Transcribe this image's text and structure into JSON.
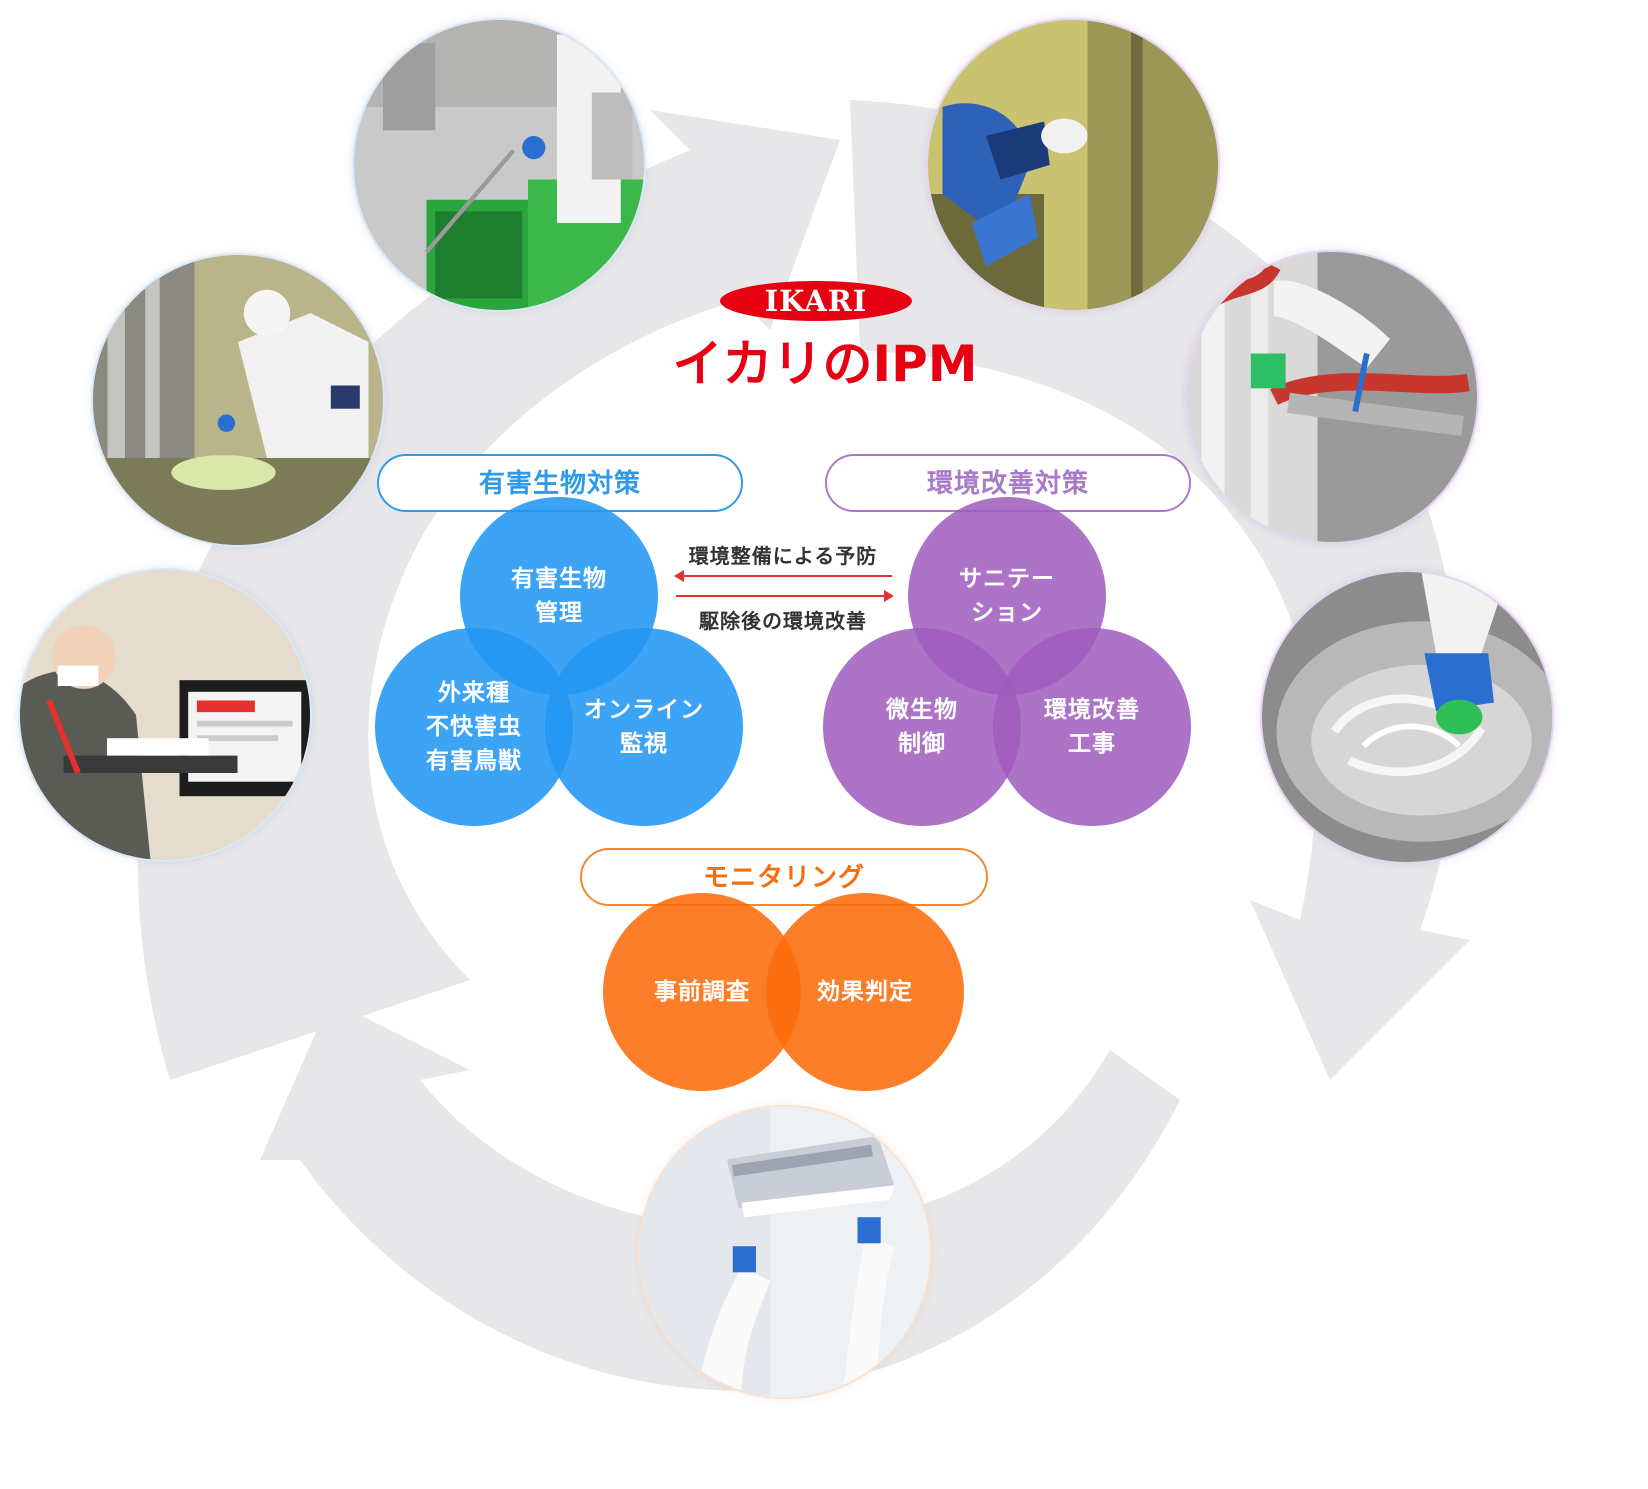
{
  "brand": {
    "logo_text": "IKARI",
    "title": "イカリのIPM",
    "accent_color": "#e60012"
  },
  "colors": {
    "pest_blue": "#2f9be8",
    "env_purple": "#a97ac7",
    "monitoring_orange": "#f08a32",
    "cycle_gray": "#e7e7e9"
  },
  "groups": {
    "pest": {
      "label": "有害生物対策",
      "circles": [
        {
          "label": "有害生物\n管理"
        },
        {
          "label": "外来種\n不快害虫\n有害鳥獣"
        },
        {
          "label": "オンライン\n監視"
        }
      ]
    },
    "environment": {
      "label": "環境改善対策",
      "circles": [
        {
          "label": "サニテー\nション"
        },
        {
          "label": "微生物\n制御"
        },
        {
          "label": "環境改善\n工事"
        }
      ]
    },
    "monitoring": {
      "label": "モニタリング",
      "circles": [
        {
          "label": "事前調査"
        },
        {
          "label": "効果判定"
        }
      ]
    }
  },
  "arrows": {
    "to_left": "環境整備による予防",
    "to_right": "駆除後の環境改善"
  },
  "photos": [
    {
      "icon": "spray-treatment-photo-icon"
    },
    {
      "icon": "floor-inspection-photo-icon"
    },
    {
      "icon": "online-monitoring-laptop-photo-icon"
    },
    {
      "icon": "wall-wiping-photo-icon"
    },
    {
      "icon": "swab-sampling-photo-icon"
    },
    {
      "icon": "scrubbing-cleaning-photo-icon"
    },
    {
      "icon": "insect-light-trap-photo-icon"
    }
  ]
}
